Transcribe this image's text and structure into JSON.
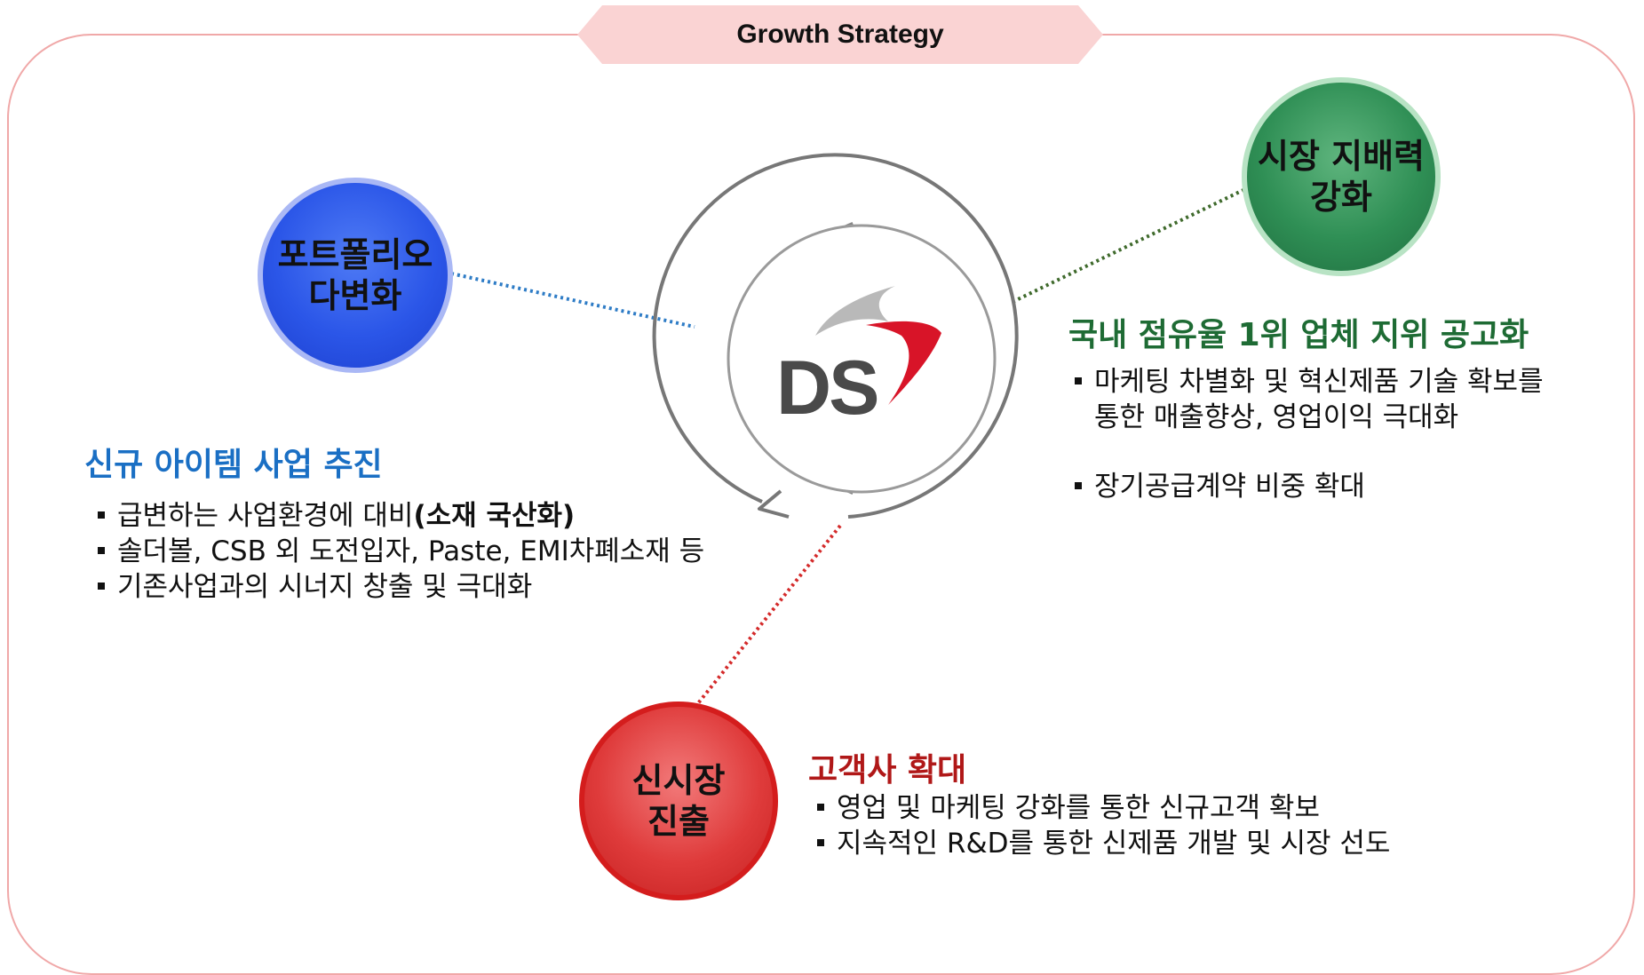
{
  "banner": {
    "title": "Growth Strategy"
  },
  "logo": {
    "text": "DS"
  },
  "nodes": {
    "portfolio": {
      "line1": "포트폴리오",
      "line2": "다변화"
    },
    "market_power": {
      "line1": "시장 지배력",
      "line2": "강화"
    },
    "new_market": {
      "line1": "신시장",
      "line2": "진출"
    }
  },
  "sections": {
    "new_items": {
      "heading": "신규 아이템 사업 추진",
      "bullets": [
        {
          "text": "급변하는 사업환경에 대비",
          "bold_suffix": "(소재 국산화)"
        },
        {
          "text": "솔더볼, CSB 외 도전입자, Paste, EMI차폐소재 등"
        },
        {
          "text": "기존사업과의 시너지 창출 및 극대화"
        }
      ]
    },
    "domestic_top": {
      "heading": "국내 점유율 1위 업체 지위 공고화",
      "bullets": [
        {
          "line1": "마케팅 차별화 및 혁신제품 기술 확보를",
          "line2": "통한 매출향상, 영업이익 극대화"
        },
        {
          "text": "장기공급계약 비중 확대"
        }
      ]
    },
    "customers": {
      "heading": "고객사 확대",
      "bullets": [
        {
          "text": "영업 및 마케팅 강화를 통한 신규고객 확보"
        },
        {
          "text": "지속적인 R&D를 통한 신제품 개발 및 시장 선도"
        }
      ]
    }
  },
  "colors": {
    "blue_heading": "#1a6fc4",
    "green_heading": "#1e6b34",
    "red_heading": "#b01818",
    "ring_red": "#c8141c",
    "ring_gray": "#888888"
  }
}
